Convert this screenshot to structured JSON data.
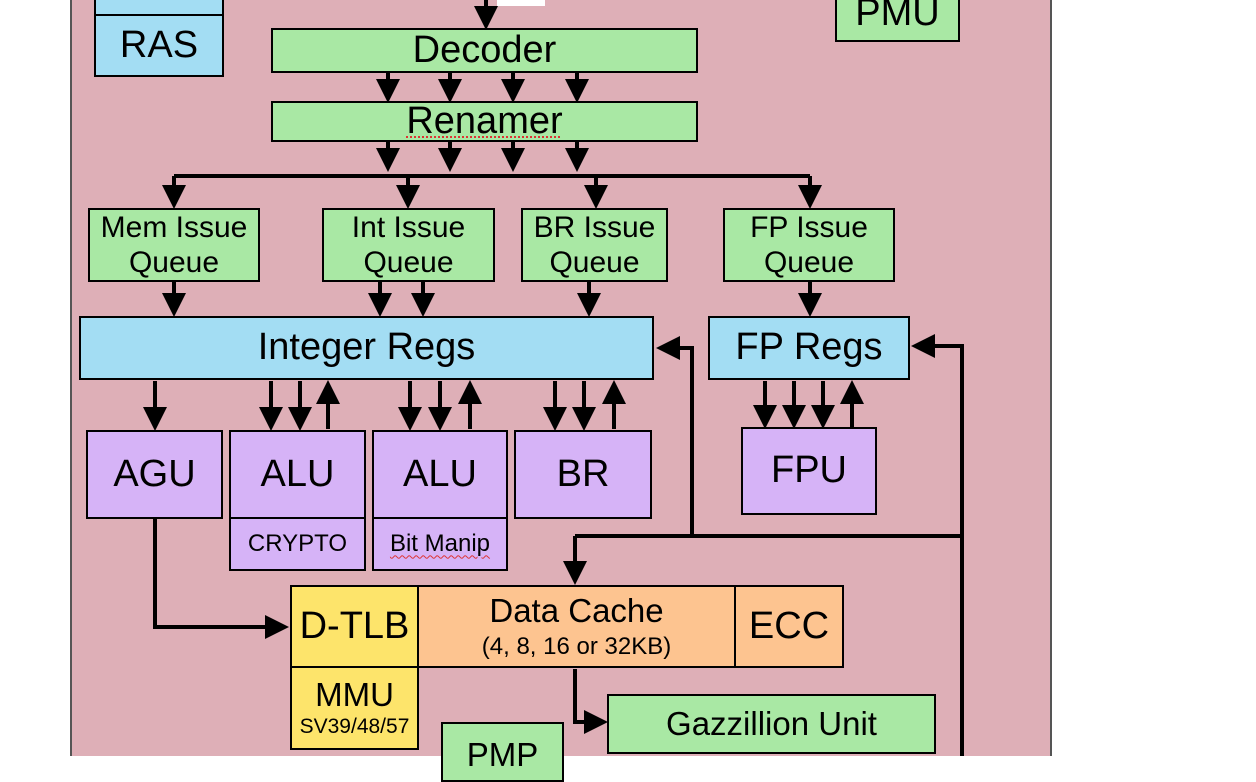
{
  "blocks": {
    "ras": "RAS",
    "pmu": "PMU",
    "decoder": "Decoder",
    "renamer": "Renamer",
    "mem_issue_queue": [
      "Mem Issue",
      "Queue"
    ],
    "int_issue_queue": [
      "Int Issue",
      "Queue"
    ],
    "br_issue_queue": [
      "BR Issue",
      "Queue"
    ],
    "fp_issue_queue": [
      "FP Issue",
      "Queue"
    ],
    "integer_regs": "Integer Regs",
    "fp_regs": "FP Regs",
    "agu": "AGU",
    "alu_1": "ALU",
    "crypto": "CRYPTO",
    "alu_2": "ALU",
    "bit_manip": "Bit Manip",
    "br": "BR",
    "fpu": "FPU",
    "dtlb": "D-TLB",
    "data_cache": "Data Cache",
    "data_cache_sizes": "(4, 8, 16 or 32KB)",
    "ecc": "ECC",
    "mmu": "MMU",
    "mmu_modes": "SV39/48/57",
    "gazzillion_unit": "Gazzillion Unit",
    "pmp": "PMP"
  },
  "colors": {
    "background_panel": "#deafb7",
    "pipeline": "#a9e8a4",
    "registers": "#a3ddf3",
    "execution_units": "#d6b3f7",
    "cache": "#fdc490",
    "tlb_mmu": "#fde46b",
    "lines": "#000000"
  }
}
